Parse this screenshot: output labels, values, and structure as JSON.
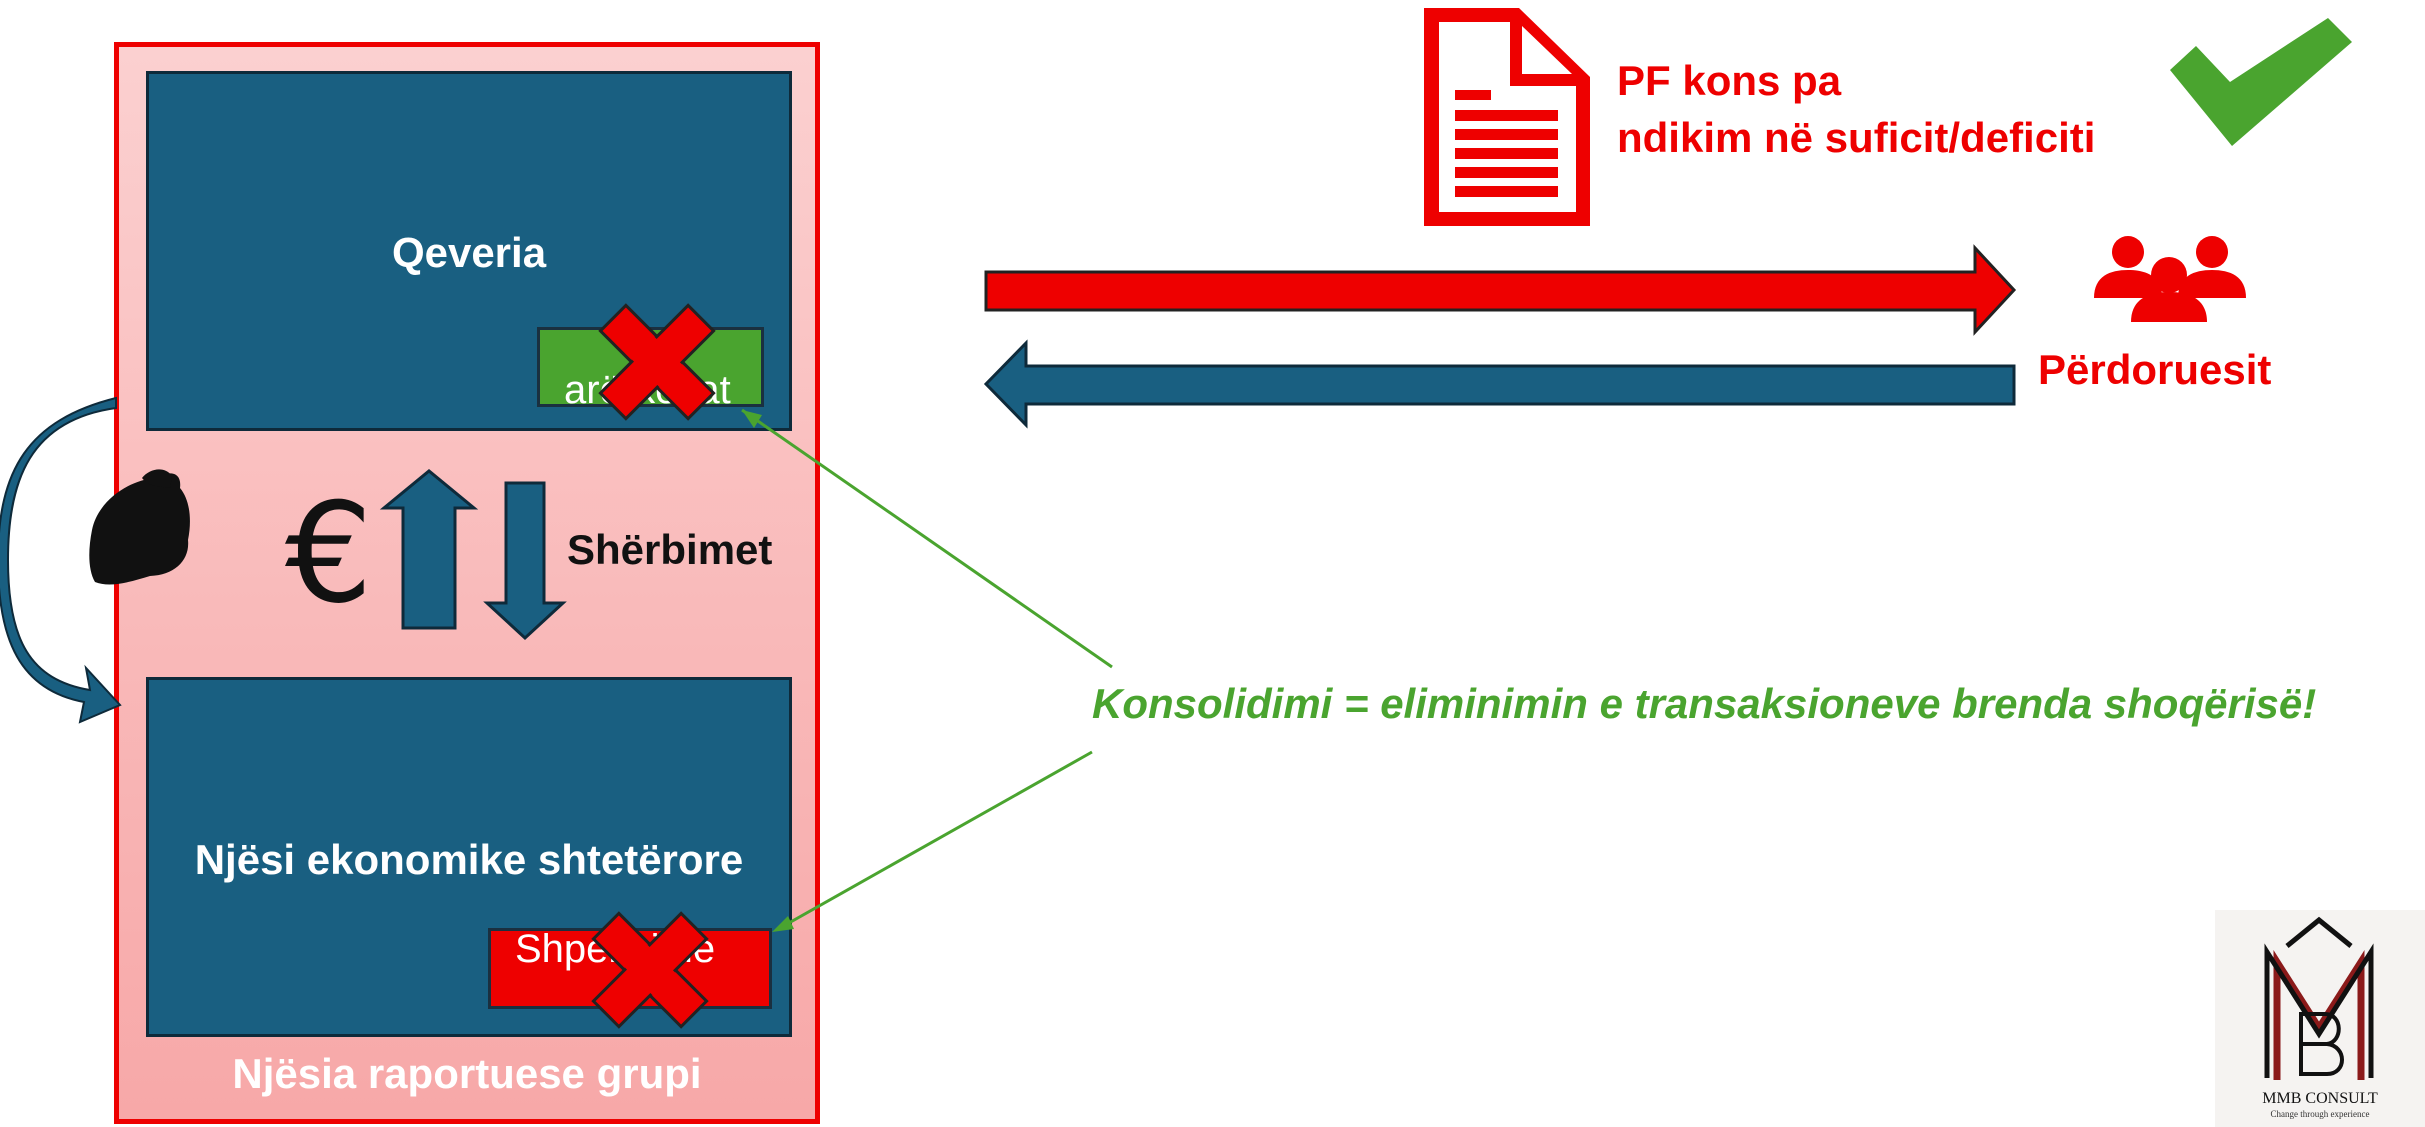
{
  "diagram": {
    "group_label": "Njësia raportuese grupi",
    "government": {
      "title": "Qeveria",
      "tag_text": "arërkesat",
      "tag_status": "eliminated",
      "tag_color": "#4aa42f"
    },
    "entity": {
      "title": "Njësi ekonomike shtetërore",
      "tag_text": "Shpenzime",
      "tag_status": "eliminated",
      "tag_color": "#ee0000"
    },
    "flows": {
      "currency_symbol": "€",
      "services_label": "Shërbimet",
      "control_icon": "flexed-biceps-icon"
    },
    "report": {
      "icon": "document-icon",
      "text_line1": "PF kons pa",
      "text_line2": "ndikim në suficit/deficiti",
      "check_icon": "checkmark-icon"
    },
    "users": {
      "icon": "users-group-icon",
      "label": "Përdoruesit"
    },
    "consolidation_note": "Konsolidimi = eliminimin e transaksioneve brenda shoqërisë!",
    "colors": {
      "red": "#ee0000",
      "navy": "#195f81",
      "green": "#4aa42f",
      "pink": "#f9b9b9"
    }
  },
  "logo": {
    "company": "MMB CONSULT",
    "tagline": "Change through experience",
    "monogram": "MB"
  }
}
